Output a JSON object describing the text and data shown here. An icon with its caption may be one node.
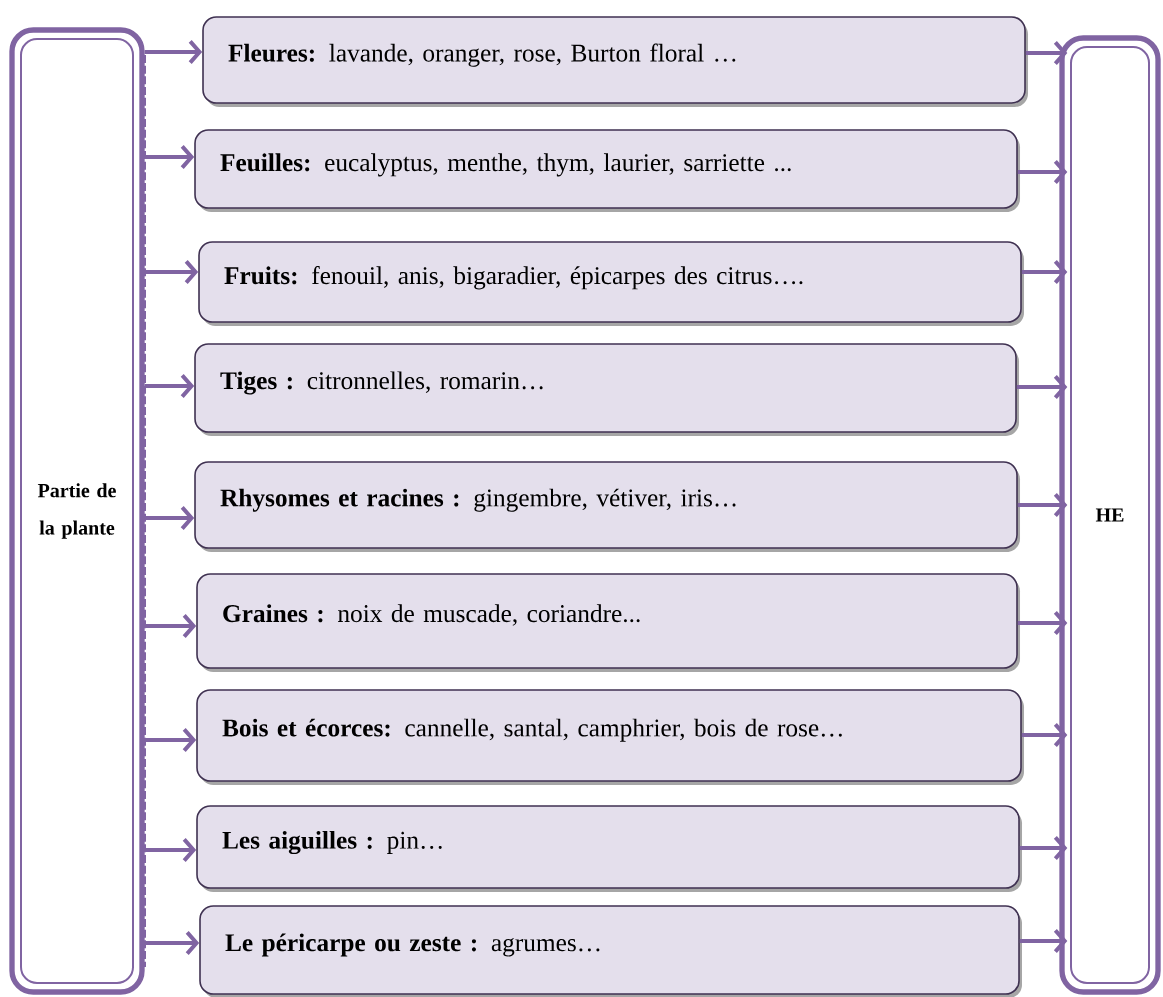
{
  "diagram": {
    "nodes": [
      {
        "text": [
          "Partie de la plante"
        ]
      },
      {
        "text": [
          "**Fleures:** lavande, oranger,  rose, Burton floral …"
        ]
      },
      {
        "text": [
          "**Feuilles:** eucalyptus, menthe, thym, laurier, sarriette ..."
        ]
      },
      {
        "text": [
          "**Fruits:** fenouil, anis, bigaradier, épicarpes des citrus…."
        ]
      },
      {
        "text": [
          "**Tiges :** citronnelles, romarin…"
        ]
      },
      {
        "text": [
          "**Rhysomes et racines :** gingembre, vétiver, iris…"
        ]
      },
      {
        "text": [
          "**Graines :** noix de muscade, coriandre..."
        ]
      },
      {
        "text": [
          "**Bois et écorces:** cannelle, santal, camphrier, bois de rose…"
        ]
      },
      {
        "text": [
          "**Les aiguilles :** pin…"
        ]
      },
      {
        "text": [
          "**Le péricarpe ou zeste :** agrumes…"
        ]
      },
      {
        "text": [
          "HE"
        ]
      }
    ],
    "edges": [
      {
        "from": 0,
        "to": 1,
        "arrow": "to"
      },
      {
        "from": 0,
        "to": 2,
        "arrow": "to"
      },
      {
        "from": 0,
        "to": 3,
        "arrow": "to"
      },
      {
        "from": 0,
        "to": 4,
        "arrow": "to"
      },
      {
        "from": 0,
        "to": 5,
        "arrow": "to"
      },
      {
        "from": 0,
        "to": 6,
        "arrow": "to"
      },
      {
        "from": 0,
        "to": 7,
        "arrow": "to"
      },
      {
        "from": 0,
        "to": 8,
        "arrow": "to"
      },
      {
        "from": 0,
        "to": 9,
        "arrow": "to"
      },
      {
        "from": 1,
        "to": 10,
        "arrow": "to"
      },
      {
        "from": 2,
        "to": 10,
        "arrow": "to"
      },
      {
        "from": 3,
        "to": 10,
        "arrow": "to"
      },
      {
        "from": 4,
        "to": 10,
        "arrow": "to"
      },
      {
        "from": 5,
        "to": 10,
        "arrow": "to"
      },
      {
        "from": 6,
        "to": 10,
        "arrow": "to"
      },
      {
        "from": 7,
        "to": 10,
        "arrow": "to"
      },
      {
        "from": 8,
        "to": 10,
        "arrow": "to"
      },
      {
        "from": 9,
        "to": 10,
        "arrow": "to"
      }
    ]
  }
}
